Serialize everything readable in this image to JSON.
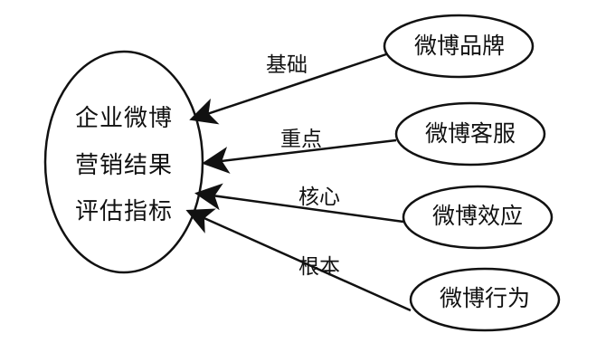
{
  "center": {
    "lines": [
      "企业微博",
      "营销结果",
      "评估指标"
    ]
  },
  "nodes": [
    {
      "label": "微博品牌",
      "relation": "基础"
    },
    {
      "label": "微博客服",
      "relation": "重点"
    },
    {
      "label": "微博效应",
      "relation": "核心"
    },
    {
      "label": "微博行为",
      "relation": "根本"
    }
  ],
  "colors": {
    "stroke": "#111111",
    "background": "#ffffff"
  }
}
